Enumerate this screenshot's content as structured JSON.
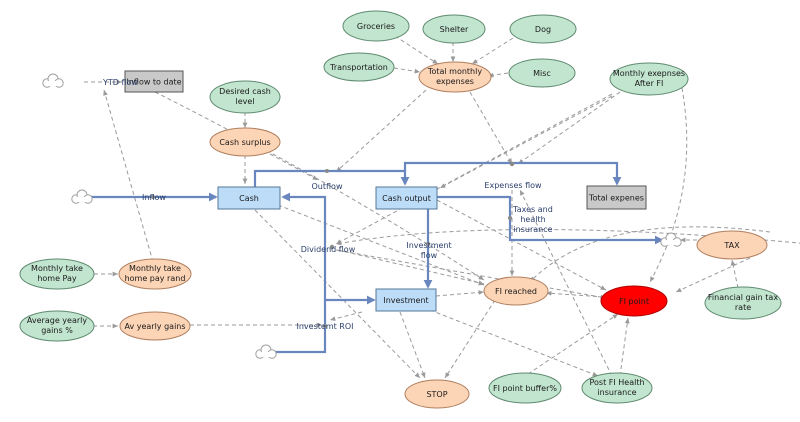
{
  "nodes": {
    "groceries": "Groceries",
    "shelter": "Shelter",
    "dog": "Dog",
    "transportation": "Transportation",
    "total_monthly_expenses": [
      "Total monthly",
      "expenses"
    ],
    "misc": "Misc",
    "monthly_expenses_after_fi": [
      "Monthly exepnses",
      "After FI"
    ],
    "ytd_flow": "YTD flow",
    "inflow_to_date": "Inflow to date",
    "desired_cash_level": [
      "Desired cash",
      "level"
    ],
    "cash_surplus": "Cash surplus",
    "cash": "Cash",
    "cash_output": "Cash output",
    "total_expenses": "Total expenes",
    "tax": "TAX",
    "financial_gain_tax_rate": [
      "Financial gain tax",
      "rate"
    ],
    "monthly_take_home_pay": [
      "Monthly take",
      "home Pay"
    ],
    "monthly_take_home_pay_rand": [
      "Monthly take",
      "home pay rand"
    ],
    "average_yearly_gains": [
      "Average yearly",
      "gains %"
    ],
    "av_yearly_gains": "Av yearly gains",
    "investment": "Investment",
    "fi_reached": "FI reached",
    "fi_point": "FI point",
    "stop": "STOP",
    "fi_point_buffer": "FI point buffer%",
    "post_fi_health_insurance": [
      "Post FI Health",
      "insurance"
    ]
  },
  "flow_labels": {
    "outflow": "Outflow",
    "expenses_flow": "Expenses flow",
    "taxes_and_health_insurance": [
      "Taxes and",
      "health",
      "insurance"
    ],
    "inflow": "Inflow",
    "dividend_flow": "Dividend flow",
    "investment_flow": [
      "Investment",
      "flow"
    ],
    "investment_roi": "Investemt ROI"
  },
  "colors": {
    "variable_fill": "#c2e5cf",
    "variable_stroke": "#5f8a70",
    "aux_fill": "#fcd4b6",
    "aux_stroke": "#b08060",
    "stock_fill": "#bcdcf8",
    "stock_stroke": "#55779a",
    "sink_fill": "#c9c9c9",
    "sink_stroke": "#555555",
    "fi_point_fill": "#ff0000",
    "flow_pipe": "#6a86be",
    "link": "#9a9a9a"
  }
}
